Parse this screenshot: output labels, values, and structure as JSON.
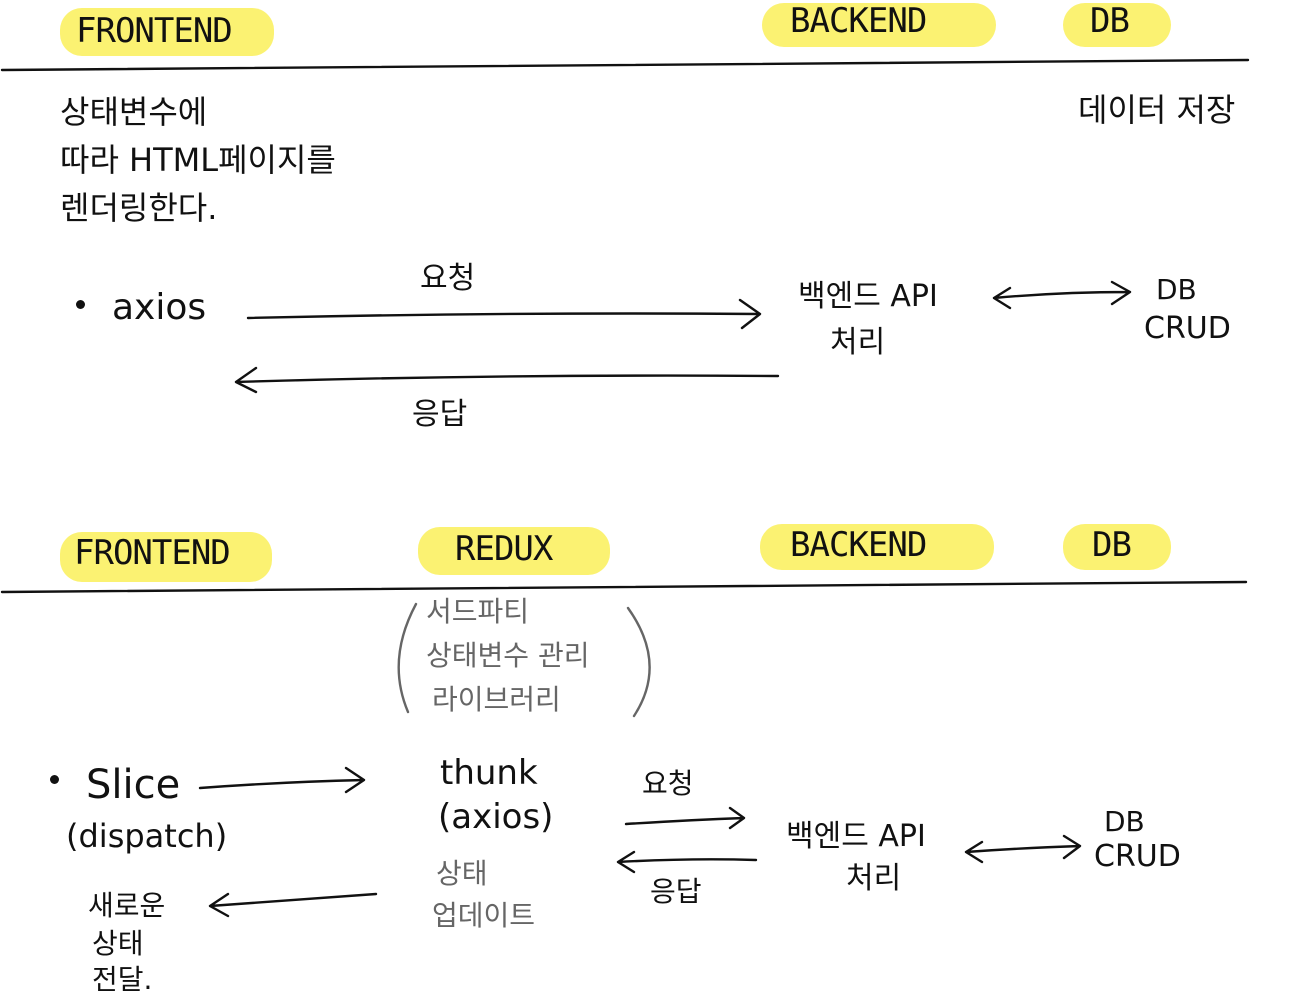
{
  "colors": {
    "highlight": "#fbf272",
    "ink": "#111111",
    "note": "#666666"
  },
  "top": {
    "headers": {
      "frontend": "FRONTEND",
      "backend": "BACKEND",
      "db": "DB"
    },
    "frontend_desc": [
      "상태변수에",
      "따라 HTML페이지를",
      "렌더링한다."
    ],
    "db_desc": "데이터 저장",
    "axios": "axios",
    "request": "요청",
    "response": "응답",
    "backend_api": [
      "백엔드 API",
      "처리"
    ],
    "db_crud": [
      "DB",
      "CRUD"
    ]
  },
  "bottom": {
    "headers": {
      "frontend": "FRONTEND",
      "redux": "REDUX",
      "backend": "BACKEND",
      "db": "DB"
    },
    "redux_note": [
      "서드파티",
      "상태변수 관리",
      "라이브러리"
    ],
    "slice": "Slice",
    "dispatch": "(dispatch)",
    "thunk": "thunk",
    "thunk_axios": "(axios)",
    "state_update": [
      "상태",
      "업데이트"
    ],
    "request": "요청",
    "response": "응답",
    "backend_api": [
      "백엔드 API",
      "처리"
    ],
    "db_crud": [
      "DB",
      "CRUD"
    ],
    "new_state": [
      "새로운",
      "상태",
      "전달."
    ]
  }
}
